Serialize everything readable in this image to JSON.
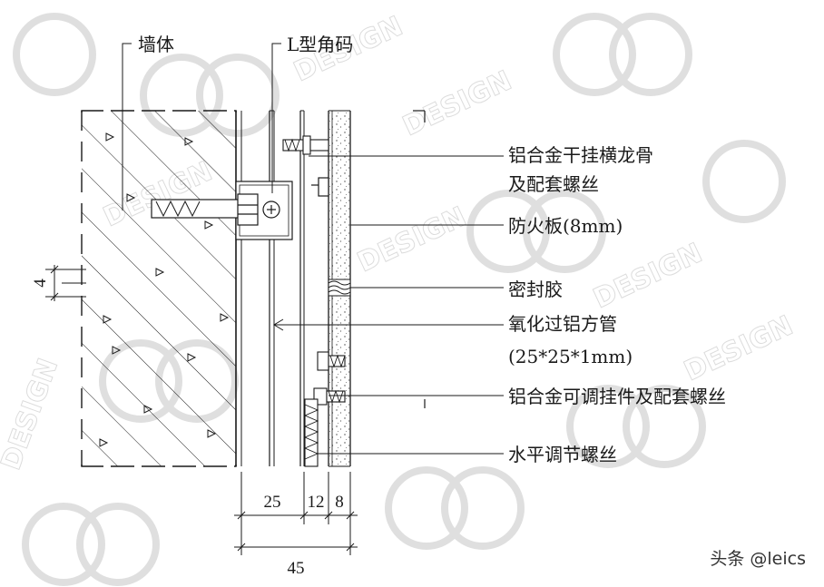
{
  "callouts": {
    "wall": "墙体",
    "l_bracket": "L型角码",
    "runner_line1": "铝合金干挂横龙骨",
    "runner_line2": "及配套螺丝",
    "fire_board": "防火板(8mm)",
    "sealant": "密封胶",
    "tube_line1": "氧化过铝方管",
    "tube_line2": "(25*25*1mm)",
    "hanger": "铝合金可调挂件及配套螺丝",
    "leveling_screw": "水平调节螺丝"
  },
  "dimensions": {
    "d25": "25",
    "d12": "12",
    "d8": "8",
    "d45": "45",
    "d4": "4"
  },
  "watermark": {
    "word": "DESIGN"
  },
  "credit": "头条 @leics",
  "colors": {
    "line": "#1a1a1a",
    "watermark": "#d9d9d9"
  }
}
